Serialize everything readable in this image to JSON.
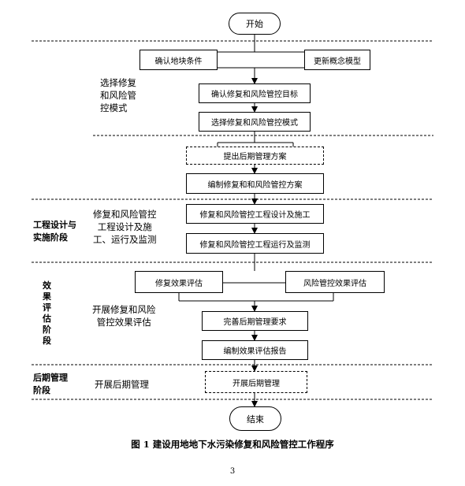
{
  "nodes": {
    "start": "开始",
    "confirm_site": "确认地块条件",
    "update_model": "更新概念模型",
    "confirm_target": "确认修复和风险管控目标",
    "select_mode": "选择修复和风险管控模式",
    "propose_plan": "提出后期管理方案",
    "compile_plan": "编制修复和和风险管控方案",
    "design_construct": "修复和风险管控工程设计及施工",
    "operate_monitor": "修复和风险管控工程运行及监测",
    "repair_eval": "修复效果评估",
    "risk_eval": "风险管控效果评估",
    "improve_req": "完善后期管理要求",
    "eval_report": "编制效果评估报告",
    "post_mgmt": "开展后期管理",
    "end": "结束"
  },
  "stages": {
    "design": [
      "工程设计与",
      "实施阶段"
    ],
    "evaluation": [
      "效",
      "果",
      "评",
      "估",
      "阶",
      "段"
    ],
    "post": [
      "后期管理",
      "阶段"
    ]
  },
  "side_labels": {
    "select": [
      "选择修复",
      "和风险管",
      "控模式"
    ],
    "implement": [
      "修复和风险管控",
      "工程设计及施",
      "工、运行及监测"
    ],
    "evaluate": [
      "开展修复和风险",
      "管控效果评估"
    ],
    "post": "开展后期管理"
  },
  "caption": "图 1    建设用地地下水污染修复和风险管控工作程序",
  "page_number": "3"
}
